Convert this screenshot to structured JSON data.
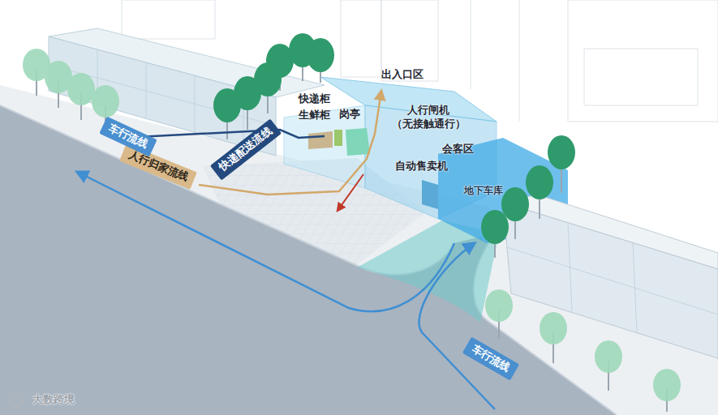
{
  "diagram": {
    "nodes": [
      {
        "text": [
          "人行归家流线"
        ]
      },
      {
        "text": [
          "快递配送流线"
        ]
      },
      {
        "text": [
          "车行流线"
        ]
      },
      {
        "text": [
          "车行流线"
        ]
      }
    ],
    "labels": [
      "出入口区",
      "快递柜",
      "生鲜柜",
      "岗亭",
      "人行闸机 （无接触通行）",
      "会客区",
      "自动售卖机",
      "地下车库",
      "大数跨境"
    ]
  }
}
